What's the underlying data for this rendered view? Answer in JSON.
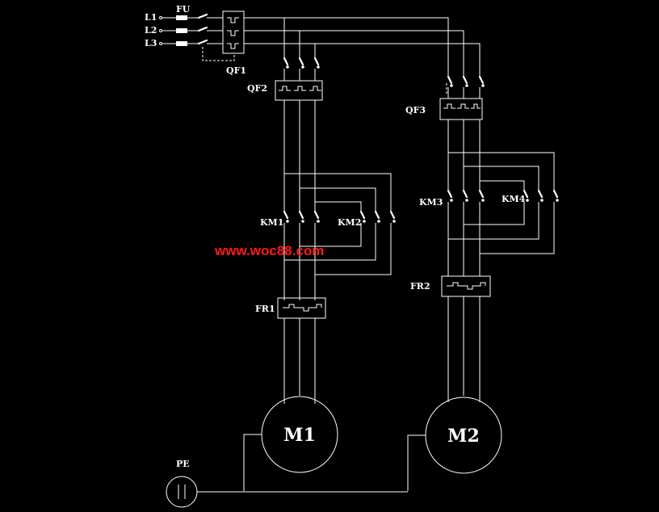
{
  "colors": {
    "background": "#000000",
    "wire": "#ffffff",
    "watermark": "#ff1a1a"
  },
  "labels": {
    "fu": "FU",
    "l1": "L1",
    "l2": "L2",
    "l3": "L3",
    "qf1": "QF1",
    "qf2": "QF2",
    "qf3": "QF3",
    "km1": "KM1",
    "km2": "KM2",
    "km3": "KM3",
    "km4": "KM4",
    "fr1": "FR1",
    "fr2": "FR2",
    "pe": "PE",
    "m1": "M1",
    "m2": "M2"
  },
  "watermark": "www.woc88.com"
}
